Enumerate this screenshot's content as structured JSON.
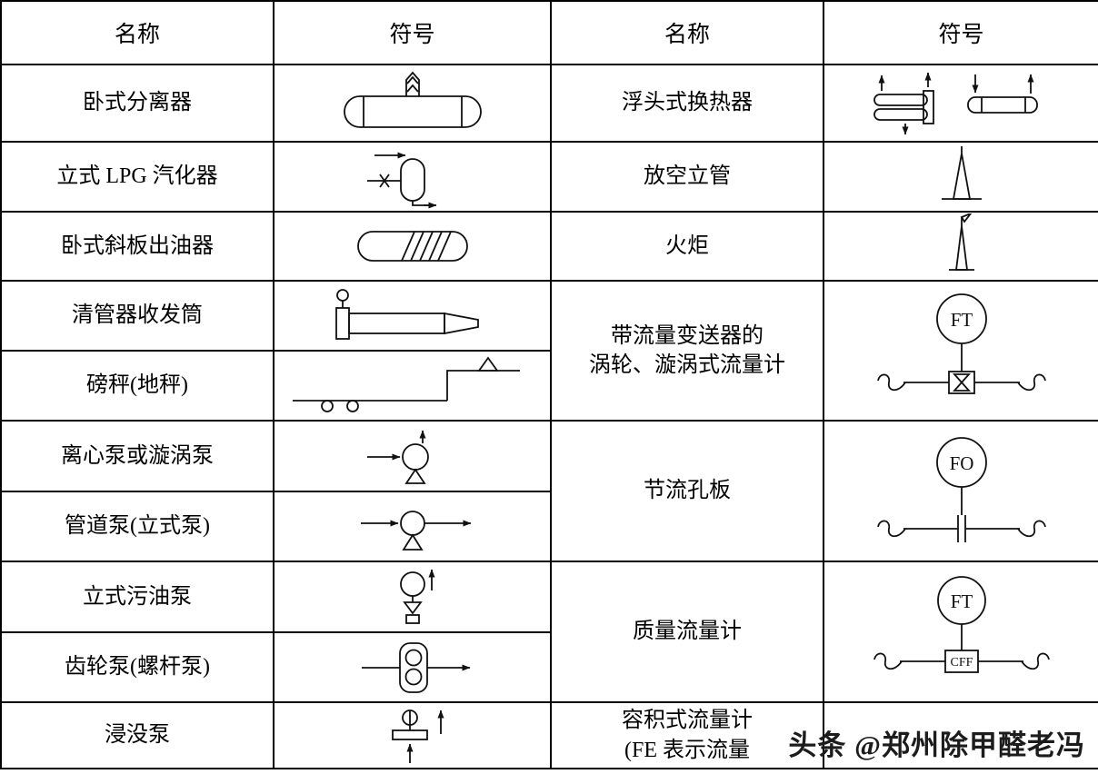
{
  "headers": [
    "名称",
    "符号",
    "名称",
    "符号"
  ],
  "left_rows": [
    {
      "name": "卧式分离器",
      "icon": "horizontal-separator-icon"
    },
    {
      "name": "立式 LPG 汽化器",
      "icon": "vertical-lpg-vaporizer-icon"
    },
    {
      "name": "卧式斜板出油器",
      "icon": "horizontal-inclined-plate-oil-separator-icon"
    },
    {
      "name": "清管器收发筒",
      "icon": "pig-launcher-receiver-icon"
    },
    {
      "name": "磅秤(地秤)",
      "icon": "platform-scale-icon"
    },
    {
      "name": "离心泵或漩涡泵",
      "icon": "centrifugal-or-vortex-pump-icon"
    },
    {
      "name": "管道泵(立式泵)",
      "icon": "pipeline-pump-icon"
    },
    {
      "name": "立式污油泵",
      "icon": "vertical-waste-oil-pump-icon"
    },
    {
      "name": "齿轮泵(螺杆泵)",
      "icon": "gear-or-screw-pump-icon"
    },
    {
      "name": "浸没泵",
      "icon": "submerged-pump-icon"
    }
  ],
  "right_rows": [
    {
      "name": "浮头式换热器",
      "icon": "floating-head-heat-exchanger-icon"
    },
    {
      "name": "放空立管",
      "icon": "vent-stack-icon"
    },
    {
      "name": "火炬",
      "icon": "flare-icon"
    },
    {
      "name_line1": "带流量变送器的",
      "name_line2": "涡轮、漩涡式流量计",
      "tag": "FT",
      "icon": "turbine-vortex-flowmeter-icon"
    },
    {
      "name": "节流孔板",
      "tag": "FO",
      "icon": "restriction-orifice-icon"
    },
    {
      "name": "质量流量计",
      "tag": "FT",
      "box_label": "CFF",
      "icon": "mass-flowmeter-icon"
    },
    {
      "name_line1": "容积式流量计",
      "name_line2": "(FE 表示流量",
      "icon": "positive-displacement-flowmeter-icon"
    }
  ],
  "watermark": "头条 @郑州除甲醛老冯"
}
